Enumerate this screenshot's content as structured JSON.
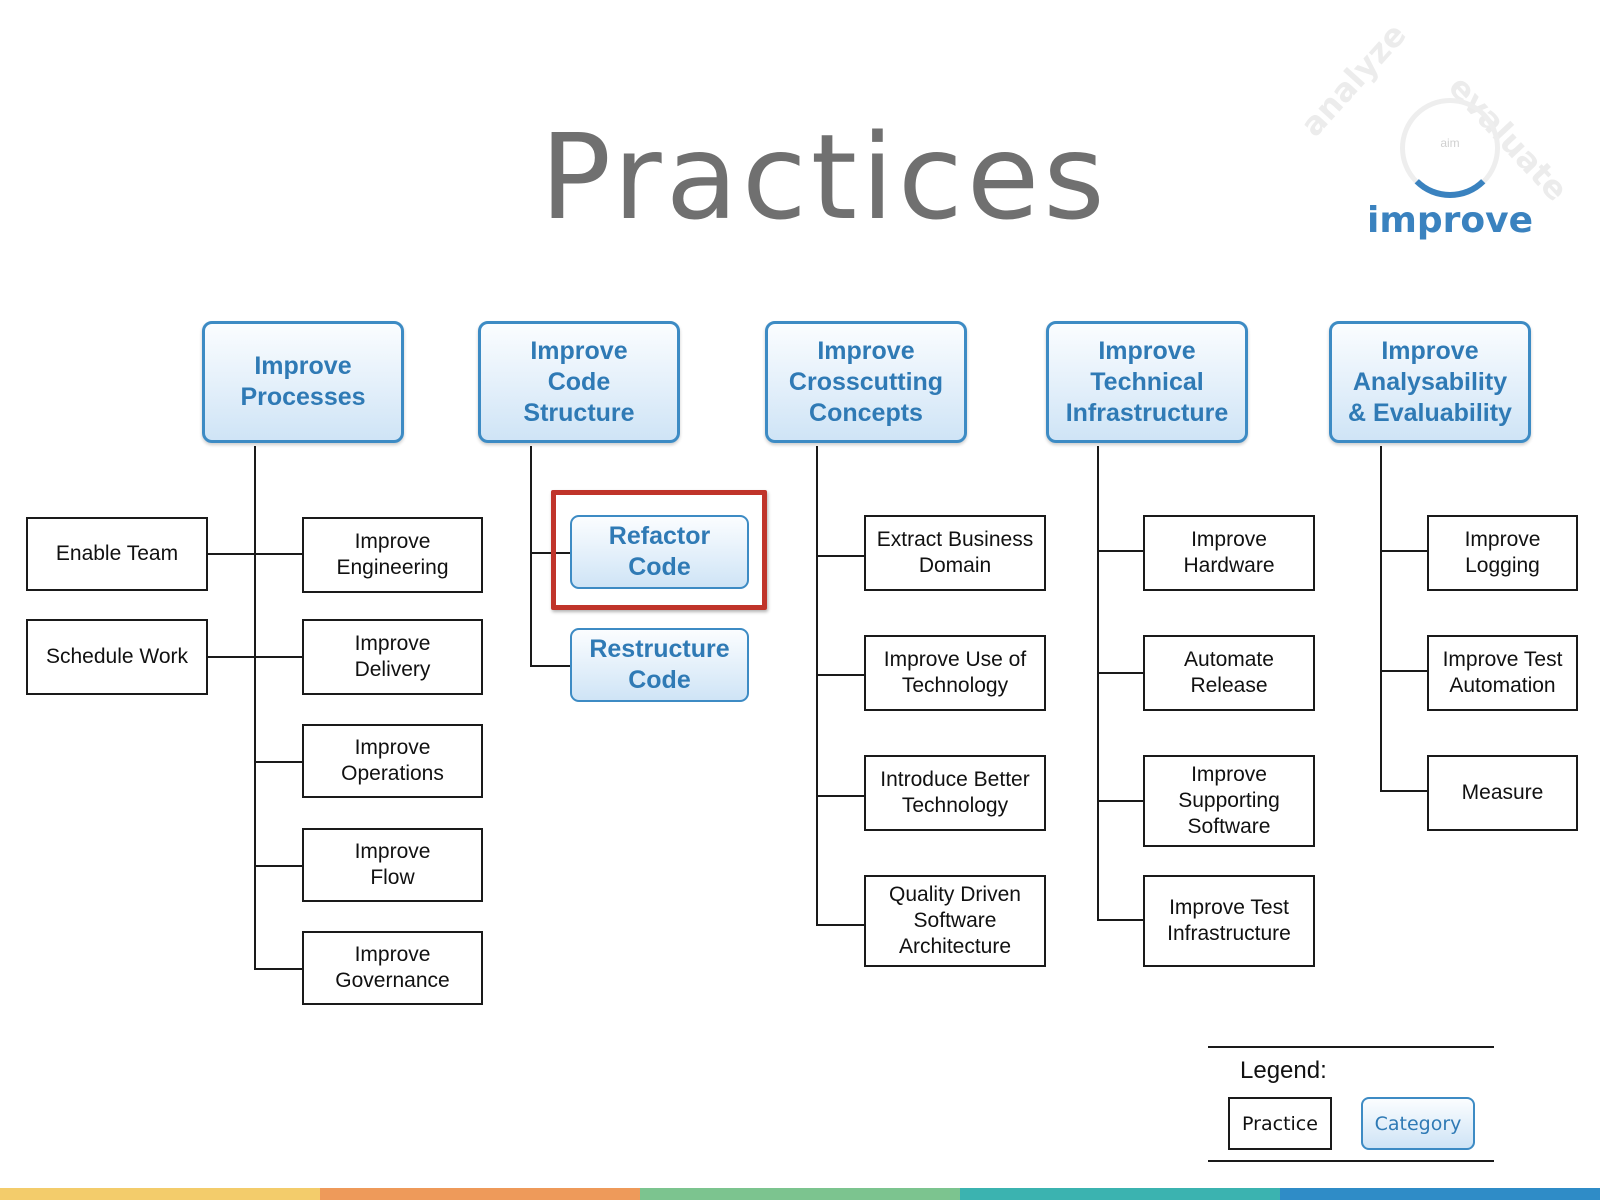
{
  "title": "Practices",
  "logo": {
    "word_left": "analyze",
    "word_right": "evaluate",
    "center": "aim",
    "bottom": "improve",
    "accent_color": "#3a82bf"
  },
  "categories": [
    {
      "label": "Improve\nProcesses"
    },
    {
      "label": "Improve\nCode\nStructure"
    },
    {
      "label": "Improve\nCrosscutting\nConcepts"
    },
    {
      "label": "Improve\nTechnical\nInfrastructure"
    },
    {
      "label": "Improve\nAnalysability\n& Evaluability"
    }
  ],
  "processes": {
    "left_practices": [
      "Enable Team",
      "Schedule Work"
    ],
    "practices": [
      "Improve\nEngineering",
      "Improve\nDelivery",
      "Improve\nOperations",
      "Improve\nFlow",
      "Improve\nGovernance"
    ]
  },
  "code_structure": {
    "subcategories": [
      "Refactor\nCode",
      "Restructure\nCode"
    ],
    "highlighted": "Refactor\nCode",
    "highlight_color": "#c0342a"
  },
  "crosscutting": {
    "practices": [
      "Extract Business\nDomain",
      "Improve Use of\nTechnology",
      "Introduce Better\nTechnology",
      "Quality Driven\nSoftware\nArchitecture"
    ]
  },
  "technical": {
    "practices": [
      "Improve\nHardware",
      "Automate\nRelease",
      "Improve\nSupporting\nSoftware",
      "Improve Test\nInfrastructure"
    ]
  },
  "analysability": {
    "practices": [
      "Improve\nLogging",
      "Improve Test\nAutomation",
      "Measure"
    ]
  },
  "legend": {
    "title": "Legend:",
    "practice": "Practice",
    "category": "Category"
  },
  "colors": {
    "category_border": "#3d8bc4",
    "category_text": "#2f7ab5",
    "title_text": "#707070",
    "stripes": [
      "#f3cc6b",
      "#ee9a5a",
      "#7cc48f",
      "#3bb3b0",
      "#2f8cc7"
    ]
  }
}
